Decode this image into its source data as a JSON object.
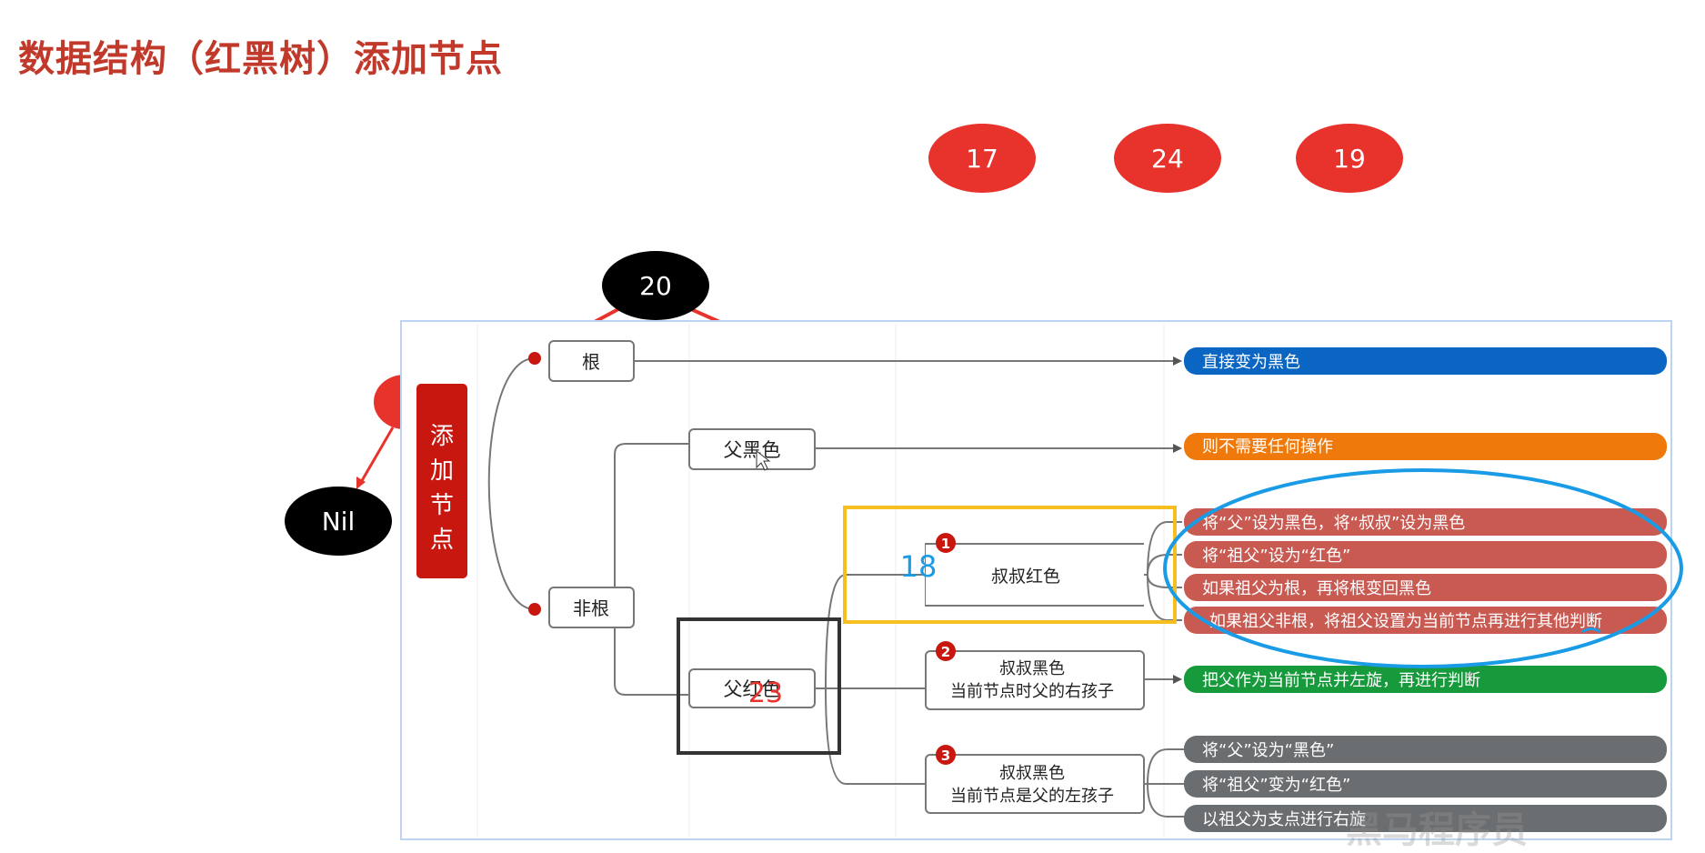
{
  "title": "数据结构（红黑树）添加节点",
  "tree_nodes": {
    "n17": "17",
    "n24": "24",
    "n19": "19",
    "n20": "20",
    "nil": "Nil"
  },
  "mindmap": {
    "root_label": [
      "添",
      "加",
      "节",
      "点"
    ],
    "branch_root": "根",
    "branch_nonroot": "非根",
    "father_black": "父黑色",
    "father_red": "父红色",
    "uncle_red": "叔叔红色",
    "uncle_black_right_l1": "叔叔黑色",
    "uncle_black_right_l2": "当前节点时父的右孩子",
    "uncle_black_left_l1": "叔叔黑色",
    "uncle_black_left_l2": "当前节点是父的左孩子",
    "badge1": "1",
    "badge2": "2",
    "badge3": "3",
    "act_root": "直接变为黑色",
    "act_father_black": "则不需要任何操作",
    "act_uncle_red": [
      "将“父”设为黑色，将“叔叔”设为黑色",
      "将“祖父”设为“红色”",
      "如果祖父为根，再将根变回黑色",
      "如果祖父非根，将祖父设置为当前节点再进行其他判断"
    ],
    "act_uncle_black_right": "把父作为当前节点并左旋，再进行判断",
    "act_uncle_black_left": [
      "将“父”设为“黑色”",
      "将“祖父”变为“红色”",
      "以祖父为支点进行右旋"
    ]
  },
  "annotations": {
    "n18": "18",
    "n23": "23"
  },
  "watermark": "黑马程序员",
  "colors": {
    "title": "#c0392b",
    "red_node": "#e8322c",
    "black_node": "#000000",
    "blue_action": "#0a66c2",
    "orange_action": "#ef7a0b",
    "redrow_action": "#c85a52",
    "green_action": "#179a3b",
    "gray_action": "#6b6e70",
    "yellow_box": "#f5c01f",
    "cyan_ellipse": "#1a9be6",
    "annotation_red": "#e8322c"
  }
}
